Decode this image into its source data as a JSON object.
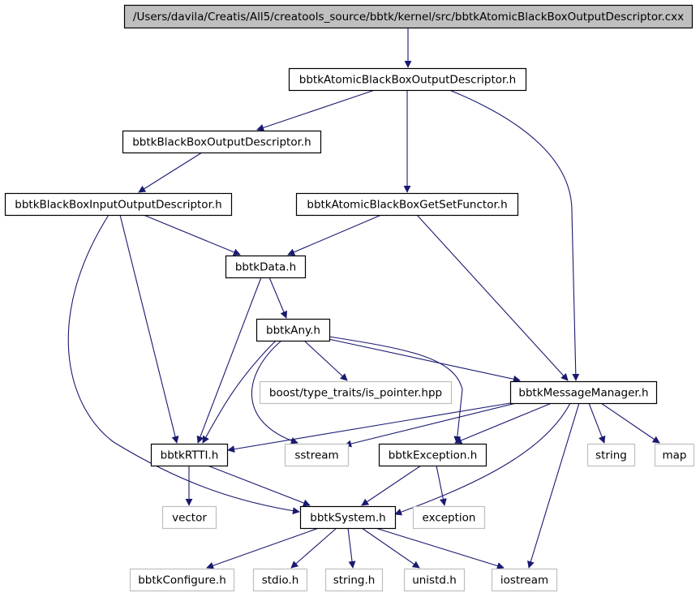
{
  "graph": {
    "nodes": {
      "root": {
        "label": "/Users/davila/Creatis/All5/creatools_source/bbtk/kernel/src/bbtkAtomicBlackBoxOutputDescriptor.cxx",
        "style": "root"
      },
      "abbod": {
        "label": "bbtkAtomicBlackBoxOutputDescriptor.h",
        "style": "documented"
      },
      "bbod": {
        "label": "bbtkBlackBoxOutputDescriptor.h",
        "style": "documented"
      },
      "bbiod": {
        "label": "bbtkBlackBoxInputOutputDescriptor.h",
        "style": "documented"
      },
      "abbgsf": {
        "label": "bbtkAtomicBlackBoxGetSetFunctor.h",
        "style": "documented"
      },
      "data": {
        "label": "bbtkData.h",
        "style": "documented"
      },
      "any": {
        "label": "bbtkAny.h",
        "style": "documented"
      },
      "boostptr": {
        "label": "boost/type_traits/is_pointer.hpp",
        "style": "external"
      },
      "msgmgr": {
        "label": "bbtkMessageManager.h",
        "style": "documented"
      },
      "rtti": {
        "label": "bbtkRTTI.h",
        "style": "documented"
      },
      "sstream": {
        "label": "sstream",
        "style": "external"
      },
      "exception_h": {
        "label": "bbtkException.h",
        "style": "documented"
      },
      "string": {
        "label": "string",
        "style": "external"
      },
      "map": {
        "label": "map",
        "style": "external"
      },
      "vector": {
        "label": "vector",
        "style": "external"
      },
      "system": {
        "label": "bbtkSystem.h",
        "style": "documented"
      },
      "exception": {
        "label": "exception",
        "style": "external"
      },
      "configure": {
        "label": "bbtkConfigure.h",
        "style": "external"
      },
      "stdio": {
        "label": "stdio.h",
        "style": "external"
      },
      "stringh": {
        "label": "string.h",
        "style": "external"
      },
      "unistd": {
        "label": "unistd.h",
        "style": "external"
      },
      "iostream": {
        "label": "iostream",
        "style": "external"
      }
    },
    "edges": [
      {
        "from": "root",
        "to": "abbod"
      },
      {
        "from": "abbod",
        "to": "bbod"
      },
      {
        "from": "abbod",
        "to": "abbgsf"
      },
      {
        "from": "abbod",
        "to": "msgmgr"
      },
      {
        "from": "bbod",
        "to": "bbiod"
      },
      {
        "from": "bbiod",
        "to": "data"
      },
      {
        "from": "bbiod",
        "to": "rtti"
      },
      {
        "from": "bbiod",
        "to": "system"
      },
      {
        "from": "abbgsf",
        "to": "data"
      },
      {
        "from": "abbgsf",
        "to": "msgmgr"
      },
      {
        "from": "data",
        "to": "any"
      },
      {
        "from": "data",
        "to": "rtti"
      },
      {
        "from": "any",
        "to": "boostptr"
      },
      {
        "from": "any",
        "to": "msgmgr"
      },
      {
        "from": "any",
        "to": "rtti"
      },
      {
        "from": "any",
        "to": "sstream"
      },
      {
        "from": "any",
        "to": "exception_h"
      },
      {
        "from": "msgmgr",
        "to": "rtti"
      },
      {
        "from": "msgmgr",
        "to": "sstream"
      },
      {
        "from": "msgmgr",
        "to": "exception_h"
      },
      {
        "from": "msgmgr",
        "to": "string"
      },
      {
        "from": "msgmgr",
        "to": "map"
      },
      {
        "from": "msgmgr",
        "to": "system"
      },
      {
        "from": "msgmgr",
        "to": "iostream"
      },
      {
        "from": "rtti",
        "to": "vector"
      },
      {
        "from": "rtti",
        "to": "system"
      },
      {
        "from": "exception_h",
        "to": "system"
      },
      {
        "from": "exception_h",
        "to": "exception"
      },
      {
        "from": "system",
        "to": "configure"
      },
      {
        "from": "system",
        "to": "stdio"
      },
      {
        "from": "system",
        "to": "stringh"
      },
      {
        "from": "system",
        "to": "unistd"
      },
      {
        "from": "system",
        "to": "iostream"
      }
    ]
  },
  "colors": {
    "edge": "#191970",
    "documented_border": "#000000",
    "documented_fill": "#ffffff",
    "external_border": "#bfbfbf",
    "external_fill": "#ffffff",
    "root_fill": "#bfbfbf",
    "root_border": "#000000"
  }
}
